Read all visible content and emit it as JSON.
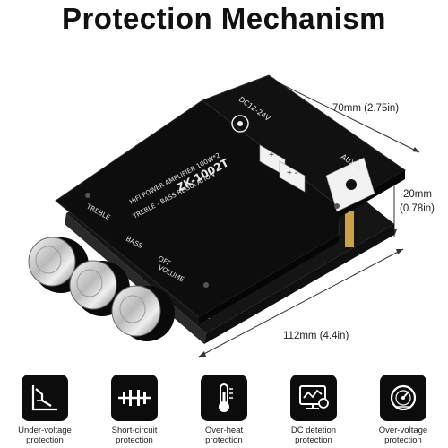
{
  "title": "Protection Mechanism",
  "product": {
    "model": "ZK-1002T",
    "subtitle_line1": "HIFI POWER AMPLIFIER 100W*2",
    "subtitle_line2": "TREBLE - BASS  REGULATION",
    "label_power": "DC12-24V",
    "label_aux": "AUX-IN",
    "knob_labels": {
      "treble": "TREBLE",
      "bass": "BASS",
      "off": "OFF",
      "volume": "VOLUME"
    }
  },
  "dimensions": {
    "length": "70mm (2.75in)",
    "height_line1": "20mm",
    "height_line2": "(0.78in)",
    "width": "112mm (4.4in)"
  },
  "features": [
    {
      "label_line1": "Under-voltage",
      "label_line2": "protection",
      "icon": "under-voltage-chart-icon"
    },
    {
      "label_line1": "Short-circuit",
      "label_line2": "protection",
      "icon": "short-circuit-icon"
    },
    {
      "label_line1": "Over-heat",
      "label_line2": "protection",
      "icon": "thermometer-icon"
    },
    {
      "label_line1": "DC detetion",
      "label_line2": "protection",
      "icon": "dc-monitor-icon"
    },
    {
      "label_line1": "Over-voltage",
      "label_line2": "protection",
      "icon": "gauge-icon"
    }
  ]
}
